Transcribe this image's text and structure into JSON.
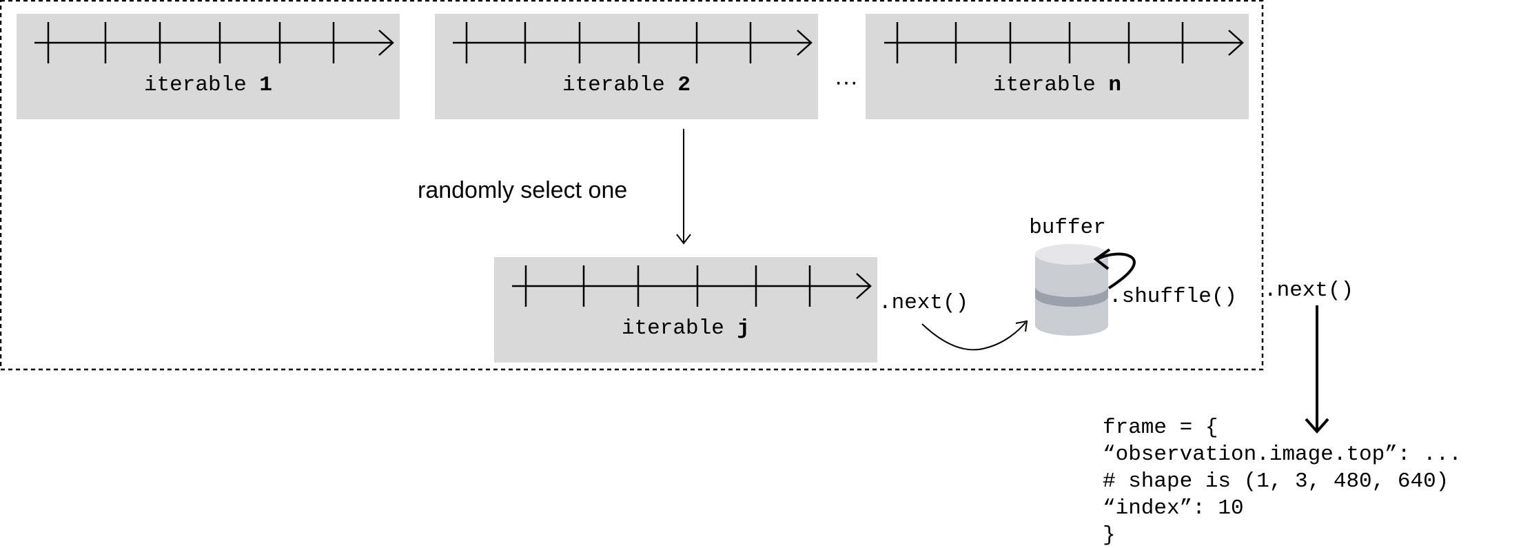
{
  "iterables": [
    {
      "prefix": "iterable ",
      "index": "1"
    },
    {
      "prefix": "iterable ",
      "index": "2"
    },
    {
      "prefix": "iterable ",
      "index": "n"
    }
  ],
  "ellipsis": "···",
  "select_label": "randomly select one",
  "selected_iterable": {
    "prefix": "iterable ",
    "index": "j"
  },
  "next_label_inner": ".next()",
  "buffer_label": "buffer",
  "shuffle_label": ".shuffle()",
  "next_label_outer": ".next()",
  "frame_lines": [
    "frame = {",
    "“observation.image.top”: ...",
    "# shape is (1, 3, 480, 640)",
    "“index”: 10",
    "}"
  ],
  "colors": {
    "panel": "#d9d9d9",
    "stroke": "#000000",
    "buffer_top": "#e6e6e9",
    "buffer_body": "#c9ccd2",
    "buffer_band": "#9ba0aa"
  }
}
